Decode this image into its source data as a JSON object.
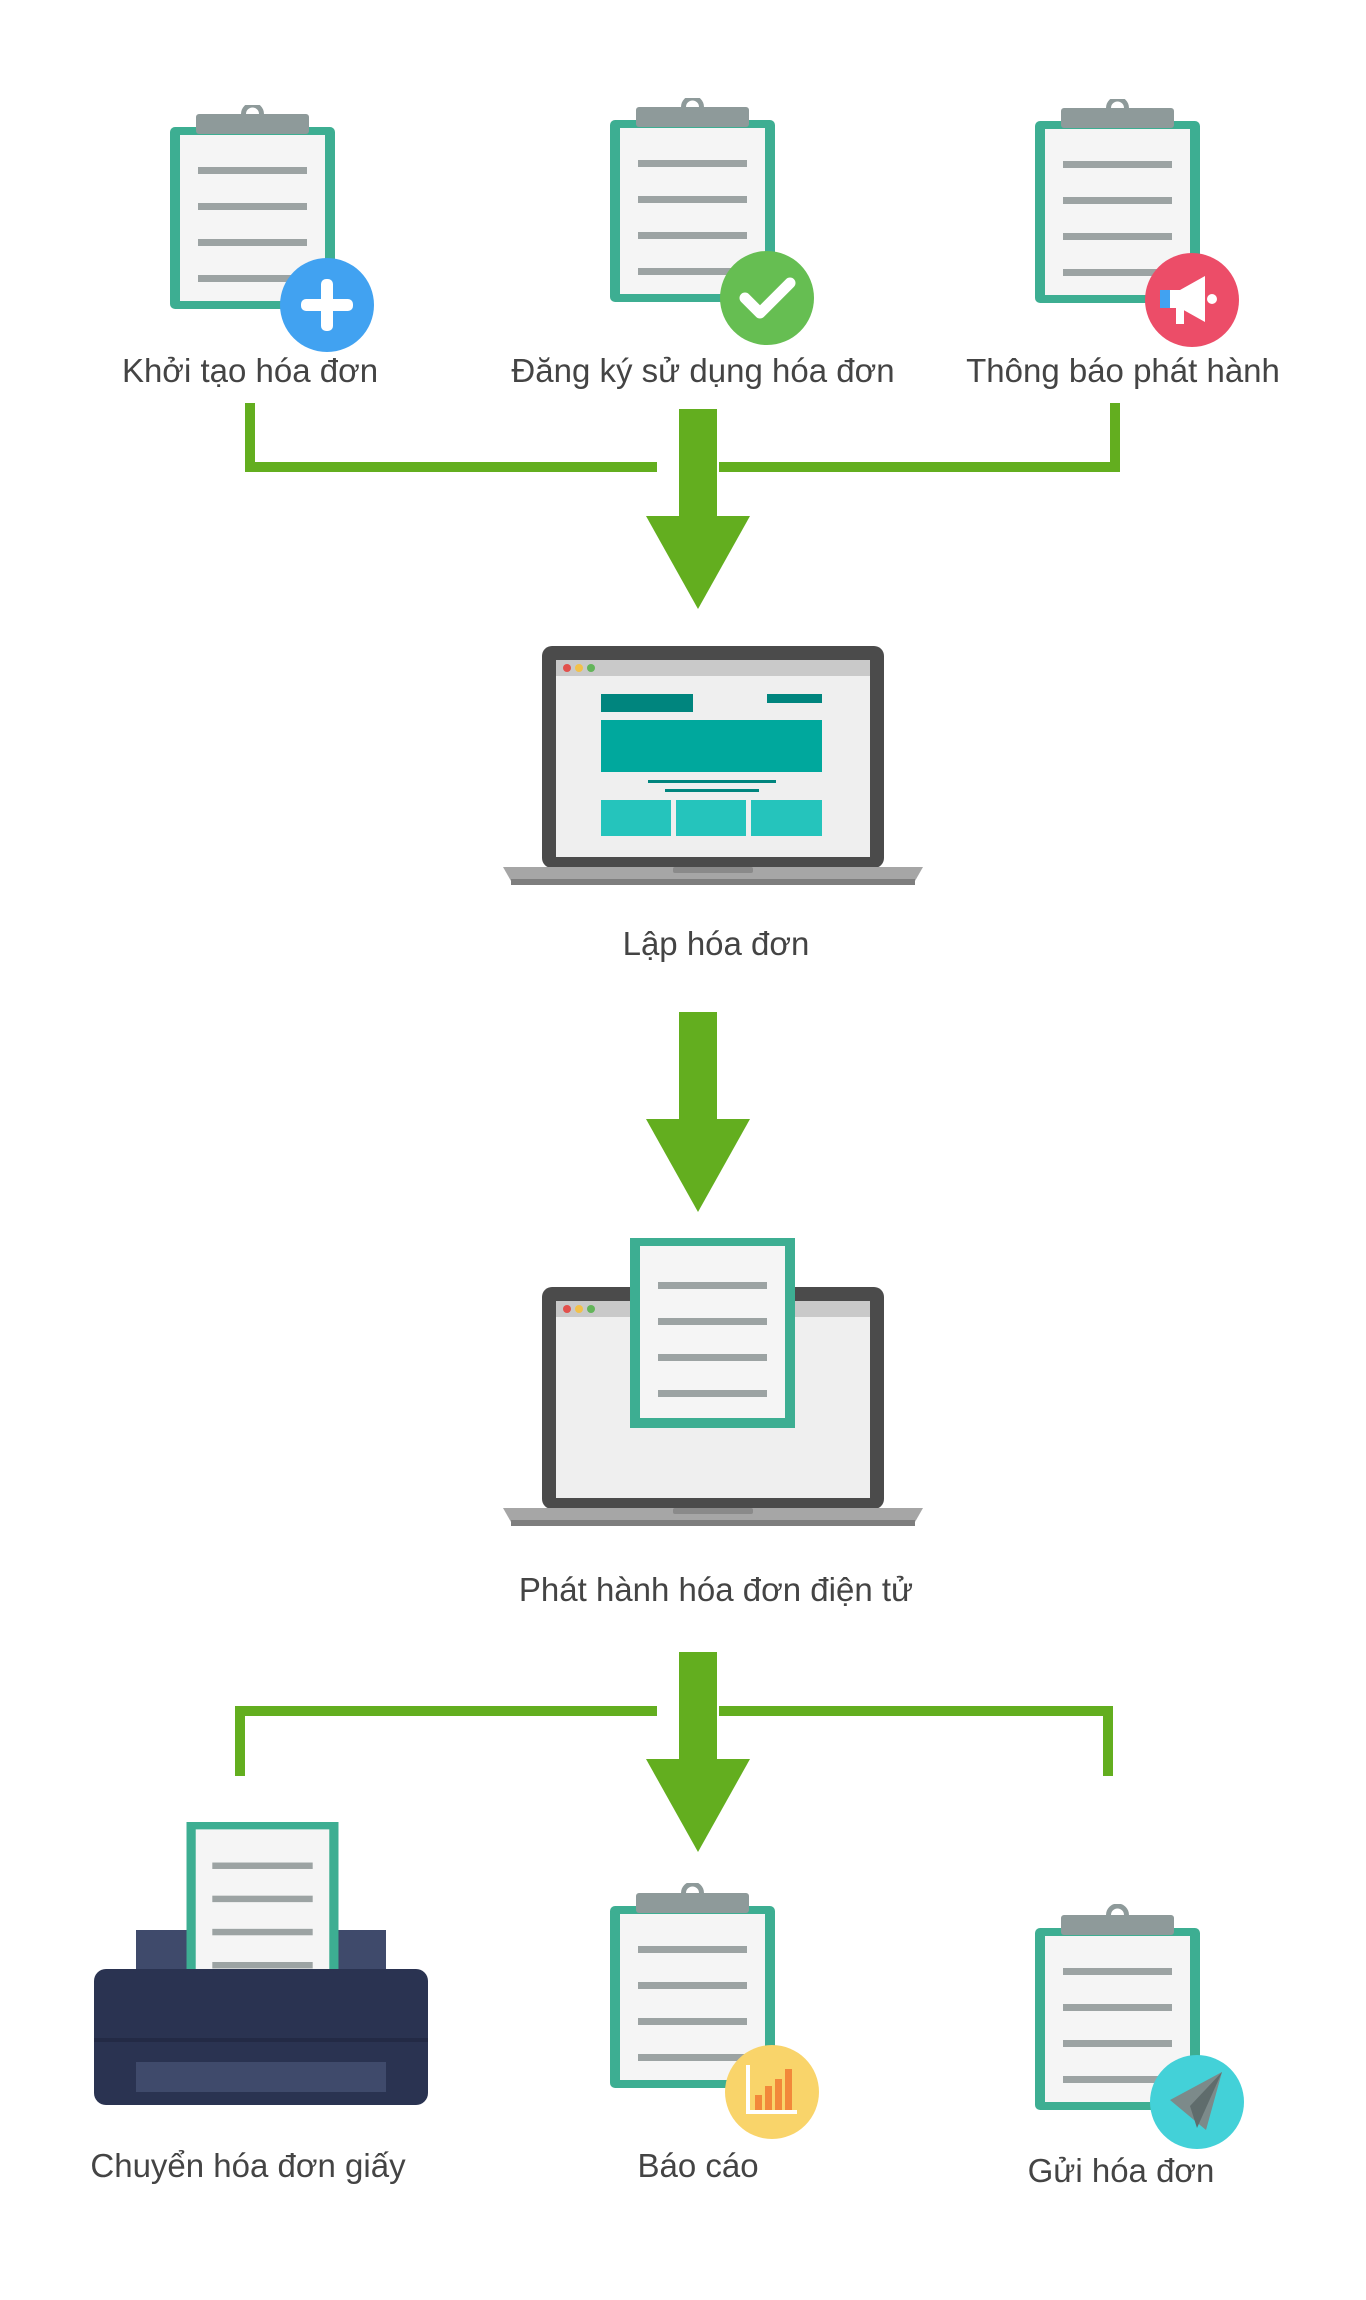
{
  "steps": {
    "khoi_tao": "Khởi tạo hóa đơn",
    "dang_ky": "Đăng ký sử dụng hóa đơn",
    "thong_bao": "Thông báo phát hành",
    "lap": "Lập hóa đơn",
    "phat_hanh": "Phát hành hóa đơn điện tử",
    "chuyen": "Chuyển hóa đơn giấy",
    "bao_cao": "Báo cáo",
    "gui": "Gửi hóa đơn"
  },
  "icons": {
    "khoi_tao": "plus-icon",
    "dang_ky": "check-icon",
    "thong_bao": "megaphone-icon",
    "bao_cao": "bar-chart-icon",
    "gui": "paper-plane-icon",
    "lap": "laptop-icon",
    "phat_hanh": "laptop-document-icon",
    "chuyen": "printer-icon"
  },
  "colors": {
    "arrow": "#63AE1F",
    "clipboard_border": "#3DAE92",
    "clip": "#8E9A9A",
    "paper": "#F5F5F5",
    "lines": "#9CA3A3",
    "plus_badge": "#41A2F1",
    "check_badge": "#66BE52",
    "megaphone_badge": "#EC4D68",
    "chart_badge": "#F9D46A",
    "plane_badge": "#43D1D8",
    "laptop_frame": "#4B4B4B",
    "screen_teal_dark": "#00857E",
    "screen_teal": "#00A89D",
    "screen_teal_light": "#25C4BC",
    "printer_dark": "#2A3351",
    "printer_slot": "#3F4A6B"
  }
}
